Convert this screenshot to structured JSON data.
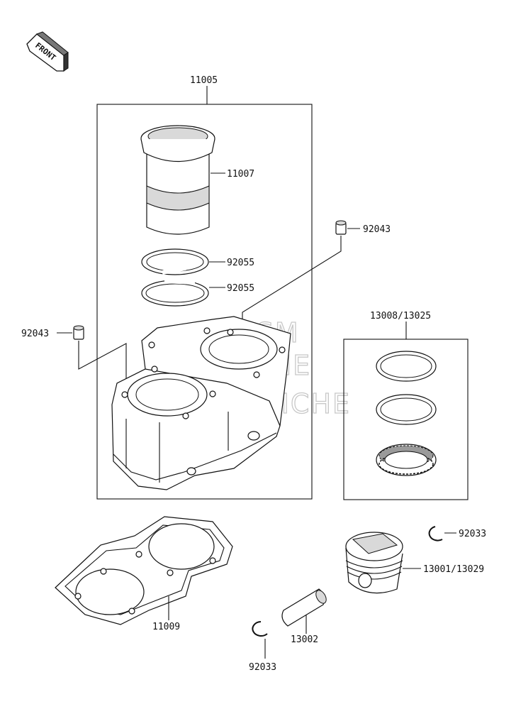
{
  "front_label": "FRONT",
  "parts": {
    "cylinder_assy": "11005",
    "sleeve": "11007",
    "ring_upper": "92055",
    "ring_lower": "92055",
    "dowel_right": "92043",
    "dowel_left": "92043",
    "ring_set": "13008/13025",
    "gasket": "11009",
    "piston": "13001/13029",
    "circlip_right": "92033",
    "piston_pin": "13002",
    "circlip_bottom": "92033"
  },
  "watermark": {
    "line1": "HLSM",
    "line2": "ONLINE",
    "line3": "MICROFICHE"
  }
}
